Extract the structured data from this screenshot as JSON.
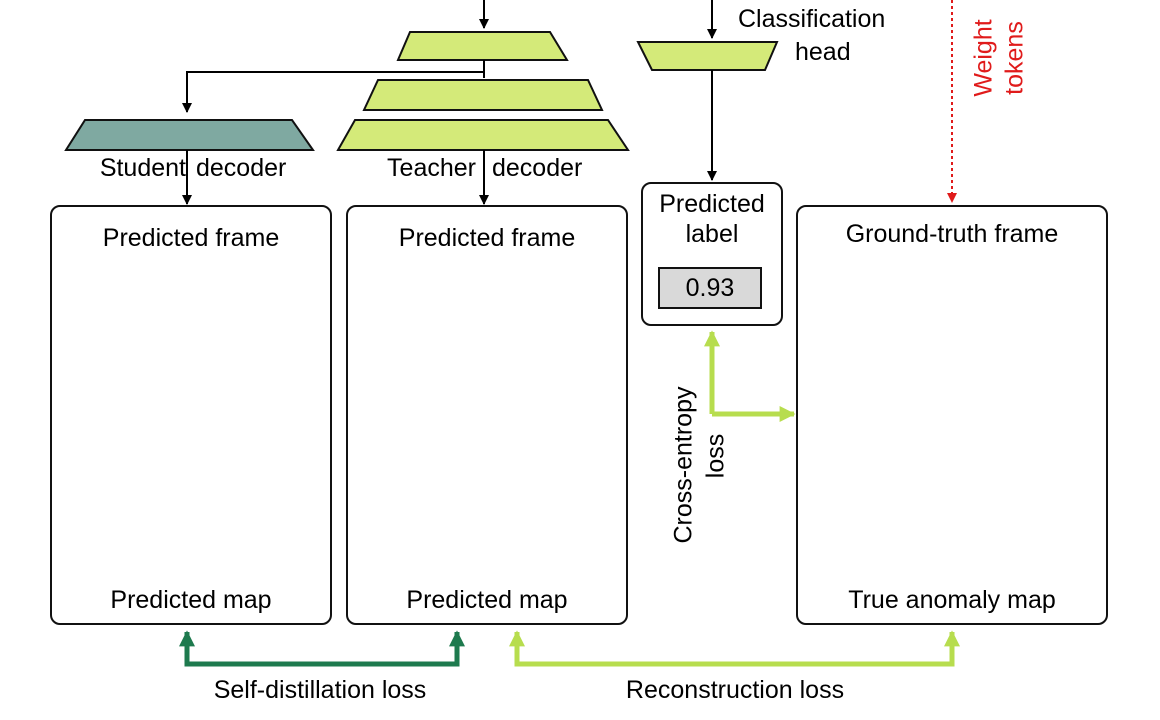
{
  "colors": {
    "encoder_fill": "#d4ea79",
    "student_fill": "#7fa9a1",
    "self_distillation_arrow": "#1e7a4e",
    "reconstruction_arrow": "#b7dd4e",
    "weight_tokens": "#e01b1b",
    "mask_gray": "#bdbdbd",
    "frame_mid": "#3a3f48",
    "frame_floor": "#b6b3a9",
    "frame_grass": "#8f8a45"
  },
  "decoders": {
    "student": [
      "Student",
      "decoder"
    ],
    "teacher": [
      "Teacher",
      "decoder"
    ]
  },
  "classification_head": [
    "Classification",
    "head"
  ],
  "weight_tokens": [
    "Weight",
    "tokens"
  ],
  "panels": {
    "student": {
      "title": "Predicted frame",
      "map_label": "Predicted map"
    },
    "teacher": {
      "title": "Predicted frame",
      "map_label": "Predicted map"
    },
    "predicted_label": {
      "title": [
        "Predicted",
        "label"
      ],
      "value": "0.93"
    },
    "ground_truth": {
      "title": "Ground-truth frame",
      "map_label": "True anomaly map"
    }
  },
  "losses": {
    "cross_entropy": [
      "Cross-entropy",
      "loss"
    ],
    "self_distillation": "Self-distillation loss",
    "reconstruction": "Reconstruction loss"
  },
  "icons": [
    "arrow-down-icon",
    "arrow-up-icon",
    "arrow-right-icon"
  ]
}
